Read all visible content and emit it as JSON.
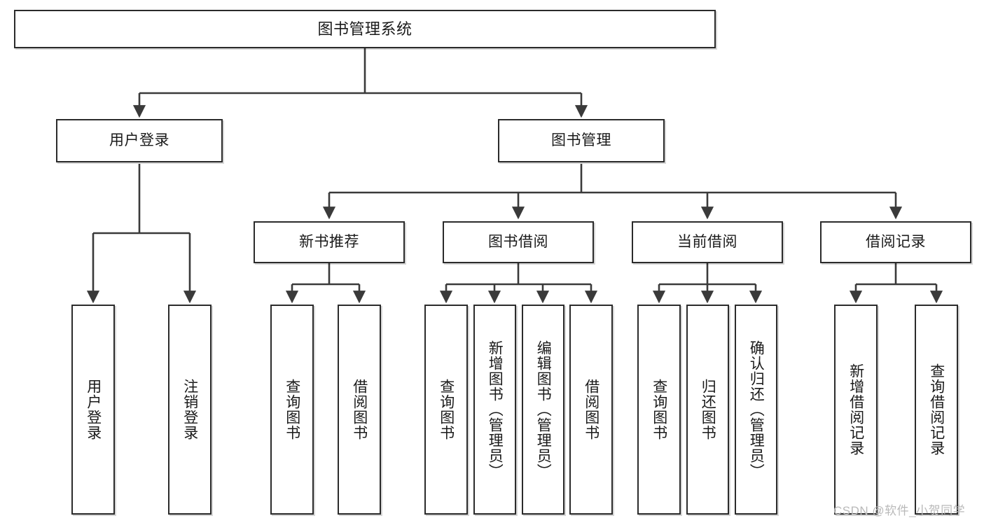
{
  "diagram": {
    "type": "tree-hierarchy-flowchart",
    "title": "图书管理系统",
    "orientation": "top-down",
    "colors": {
      "box_stroke": "#2b2b2b",
      "box_fill": "#ffffff",
      "edge_stroke": "#3a3a3a",
      "text": "#1a1a1a",
      "watermark": "#b9b9b9",
      "background": "#ffffff"
    },
    "levels": {
      "l1": [
        "图书管理系统"
      ],
      "l2": [
        "用户登录",
        "图书管理"
      ],
      "l3": [
        "新书推荐",
        "图书借阅",
        "当前借阅",
        "借阅记录"
      ],
      "l4": [
        "用户登录",
        "注销登录",
        "查询图书",
        "借阅图书",
        "查询图书",
        "新增图书（管理员）",
        "编辑图书（管理员）",
        "借阅图书",
        "查询图书",
        "归还图书",
        "确认归还（管理员）",
        "新增借阅记录",
        "查询借阅记录"
      ]
    },
    "nodes": {
      "root": {
        "label": "图书管理系统"
      },
      "user_login": {
        "label": "用户登录"
      },
      "book_manage": {
        "label": "图书管理"
      },
      "new_book_rec": {
        "label": "新书推荐"
      },
      "book_borrow": {
        "label": "图书借阅"
      },
      "current_borrow": {
        "label": "当前借阅"
      },
      "borrow_record": {
        "label": "借阅记录"
      },
      "leaf_user_login": {
        "label": "用户登录"
      },
      "leaf_logout": {
        "label": "注销登录"
      },
      "leaf_query_book_a": {
        "label": "查询图书"
      },
      "leaf_borrow_book_a": {
        "label": "借阅图书"
      },
      "leaf_query_book_b": {
        "label": "查询图书"
      },
      "leaf_add_book": {
        "label": "新增图书（管理员）"
      },
      "leaf_edit_book": {
        "label": "编辑图书（管理员）"
      },
      "leaf_borrow_book_b": {
        "label": "借阅图书"
      },
      "leaf_query_book_c": {
        "label": "查询图书"
      },
      "leaf_return_book": {
        "label": "归还图书"
      },
      "leaf_confirm_return": {
        "label": "确认归还（管理员）"
      },
      "leaf_add_record": {
        "label": "新增借阅记录"
      },
      "leaf_query_record": {
        "label": "查询借阅记录"
      }
    },
    "edges": [
      {
        "from": "root",
        "to": "user_login"
      },
      {
        "from": "root",
        "to": "book_manage"
      },
      {
        "from": "user_login",
        "to": "leaf_user_login"
      },
      {
        "from": "user_login",
        "to": "leaf_logout"
      },
      {
        "from": "book_manage",
        "to": "new_book_rec"
      },
      {
        "from": "book_manage",
        "to": "book_borrow"
      },
      {
        "from": "book_manage",
        "to": "current_borrow"
      },
      {
        "from": "book_manage",
        "to": "borrow_record"
      },
      {
        "from": "new_book_rec",
        "to": "leaf_query_book_a"
      },
      {
        "from": "new_book_rec",
        "to": "leaf_borrow_book_a"
      },
      {
        "from": "book_borrow",
        "to": "leaf_query_book_b"
      },
      {
        "from": "book_borrow",
        "to": "leaf_add_book"
      },
      {
        "from": "book_borrow",
        "to": "leaf_edit_book"
      },
      {
        "from": "book_borrow",
        "to": "leaf_borrow_book_b"
      },
      {
        "from": "current_borrow",
        "to": "leaf_query_book_c"
      },
      {
        "from": "current_borrow",
        "to": "leaf_return_book"
      },
      {
        "from": "current_borrow",
        "to": "leaf_confirm_return"
      },
      {
        "from": "borrow_record",
        "to": "leaf_add_record"
      },
      {
        "from": "borrow_record",
        "to": "leaf_query_record"
      }
    ]
  },
  "watermark": {
    "text": "CSDN @软件_小贺同学"
  }
}
